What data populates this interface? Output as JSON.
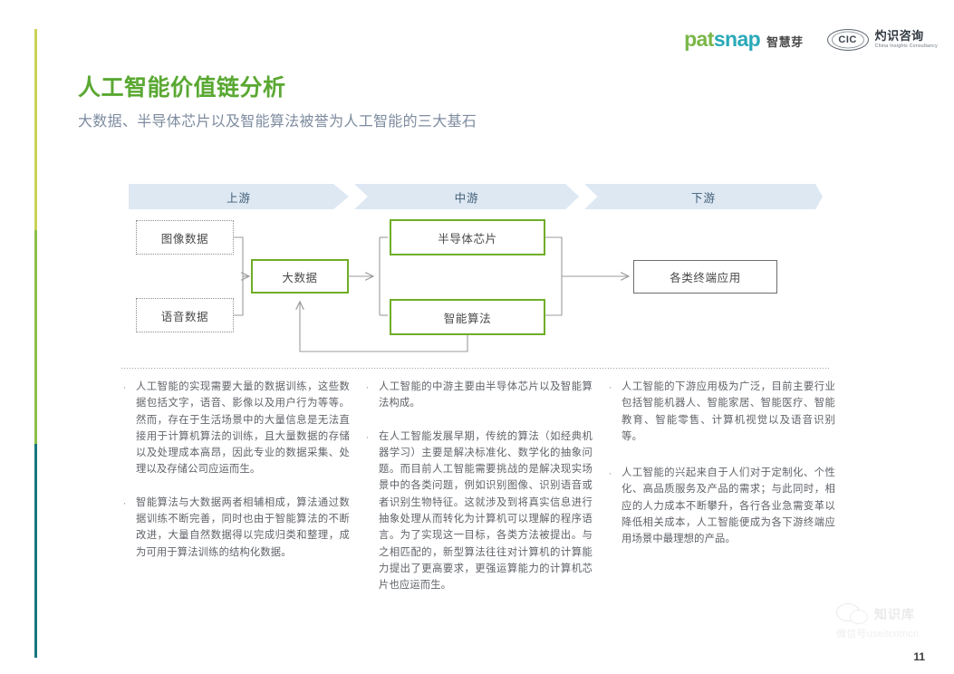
{
  "branding": {
    "patsnap_pat": "pat",
    "patsnap_snap": "snap",
    "patsnap_cn": "智慧芽",
    "cic_mark": "CIC",
    "cic_cn": "灼识咨询",
    "cic_en": "China Insights Consultancy"
  },
  "header": {
    "title": "人工智能价值链分析",
    "subtitle": "大数据、半导体芯片以及智能算法被誉为人工智能的三大基石"
  },
  "chart_data": {
    "type": "diagram",
    "title": "人工智能价值链分析",
    "bands": [
      {
        "label": "上游"
      },
      {
        "label": "中游"
      },
      {
        "label": "下游"
      }
    ],
    "nodes": [
      {
        "id": "image-data",
        "label": "图像数据",
        "style": "dotted",
        "stage": "上游"
      },
      {
        "id": "voice-data",
        "label": "语音数据",
        "style": "dotted",
        "stage": "上游"
      },
      {
        "id": "big-data",
        "label": "大数据",
        "style": "green",
        "stage": "上游"
      },
      {
        "id": "semiconductor",
        "label": "半导体芯片",
        "style": "green",
        "stage": "中游"
      },
      {
        "id": "algorithm",
        "label": "智能算法",
        "style": "green",
        "stage": "中游"
      },
      {
        "id": "applications",
        "label": "各类终端应用",
        "style": "gray",
        "stage": "下游"
      }
    ],
    "edges": [
      {
        "from": "image-data",
        "to": "big-data"
      },
      {
        "from": "voice-data",
        "to": "big-data"
      },
      {
        "from": "big-data",
        "to": "semiconductor"
      },
      {
        "from": "big-data",
        "to": "algorithm"
      },
      {
        "from": "semiconductor",
        "to": "applications"
      },
      {
        "from": "algorithm",
        "to": "applications"
      },
      {
        "from": "algorithm",
        "to": "big-data",
        "note": "feedback"
      }
    ],
    "colors": {
      "green": "#6fad27",
      "gray": "#6e6e6e",
      "band": "#dde8f3",
      "band_text": "#3f5c74"
    }
  },
  "columns": [
    {
      "id": "upstream",
      "bullets": [
        "人工智能的实现需要大量的数据训练，这些数据包括文字，语音、影像以及用户行为等等。然而，存在于生活场景中的大量信息是无法直接用于计算机算法的训练，且大量数据的存储以及处理成本高昂，因此专业的数据采集、处理以及存储公司应运而生。",
        "智能算法与大数据两者相辅相成，算法通过数据训练不断完善，同时也由于智能算法的不断改进，大量自然数据得以完成归类和整理，成为可用于算法训练的结构化数据。"
      ]
    },
    {
      "id": "midstream",
      "bullets": [
        "人工智能的中游主要由半导体芯片以及智能算法构成。",
        "在人工智能发展早期，传统的算法（如经典机器学习）主要是解决标准化、数学化的抽象问题。而目前人工智能需要挑战的是解决现实场景中的各类问题，例如识别图像、识别语音或者识别生物特征。这就涉及到将真实信息进行抽象处理从而转化为计算机可以理解的程序语言。为了实现这一目标，各类方法被提出。与之相匹配的，新型算法往往对计算机的计算能力提出了更高要求，更强运算能力的计算机芯片也应运而生。"
      ]
    },
    {
      "id": "downstream",
      "bullets": [
        "人工智能的下游应用极为广泛，目前主要行业包括智能机器人、智能家居、智能医疗、智能教育、智能零售、计算机视觉以及语音识别等。",
        "人工智能的兴起来自于人们对于定制化、个性化、高品质服务及产品的需求；与此同时，相应的人力成本不断攀升，各行各业急需变革以降低相关成本，人工智能便成为各下游终端应用场景中最理想的产品。"
      ]
    }
  ],
  "watermark": {
    "title": "知识库",
    "subtitle": "微信号useitcomcn"
  },
  "footer": {
    "page_number": "11"
  }
}
